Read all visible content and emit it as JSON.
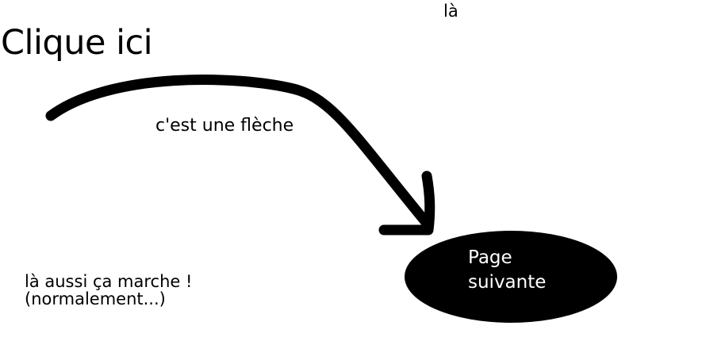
{
  "links": {
    "top": "là",
    "bottom_line1": "là aussi ça marche !",
    "bottom_line2": "(normalement...)"
  },
  "title": "Clique ici",
  "arrow_caption": "c'est une flèche",
  "next_button": {
    "line1": "Page",
    "line2": "suivante"
  },
  "icons": {
    "arrow": "curved-arrow-icon"
  },
  "colors": {
    "background": "#ffffff",
    "ink": "#000000",
    "button_text": "#ffffff"
  }
}
